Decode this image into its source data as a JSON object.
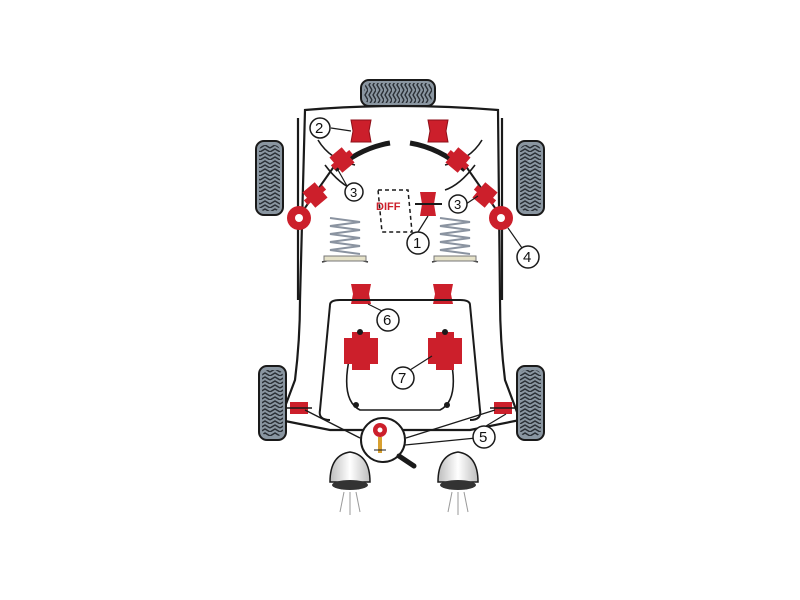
{
  "diagram": {
    "diff_label": "DIFF",
    "callouts": [
      {
        "id": "callout-1",
        "label": "1"
      },
      {
        "id": "callout-2",
        "label": "2"
      },
      {
        "id": "callout-3-left",
        "label": "3"
      },
      {
        "id": "callout-3-right",
        "label": "3"
      },
      {
        "id": "callout-4",
        "label": "4"
      },
      {
        "id": "callout-5",
        "label": "5"
      },
      {
        "id": "callout-6",
        "label": "6"
      },
      {
        "id": "callout-7",
        "label": "7"
      }
    ]
  },
  "colors": {
    "bush_red": "#cc1f2b",
    "bush_dark": "#8e0f18",
    "outline": "#1a1a1a",
    "tyre_fill": "#7f8b96",
    "tyre_tread": "#2a2f35",
    "spring": "#8a93a0",
    "tool_gold": "#d8a030",
    "lamp": "#e6e6e6"
  }
}
